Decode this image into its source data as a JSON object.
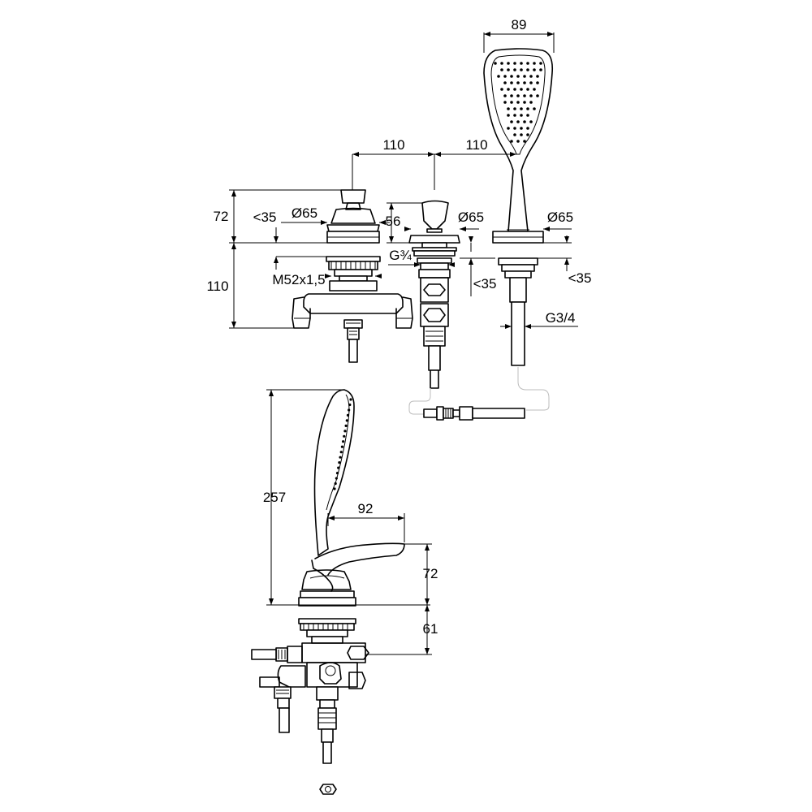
{
  "dimensions": {
    "hand_shower_width": "89",
    "spacing_left": "110",
    "spacing_right": "110",
    "mixer_height_top": "72",
    "mixer_height_bottom": "110",
    "mixer_deck_left": "<35",
    "mixer_diameter": "Ø65",
    "mixer_thread": "M52x1,5",
    "diverter_height": "56",
    "diverter_diameter": "Ø65",
    "diverter_thread": "G¾",
    "diverter_deck": "<35",
    "shower_diameter": "Ø65",
    "shower_deck": "<35",
    "shower_thread": "G3/4",
    "side_total_height": "257",
    "side_spout_reach": "92",
    "side_height_upper": "72",
    "side_height_lower": "61"
  }
}
